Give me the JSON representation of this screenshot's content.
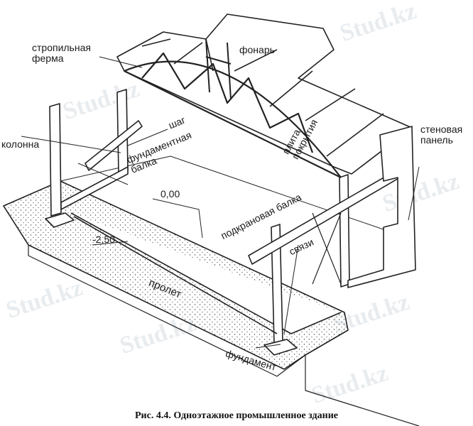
{
  "labels": {
    "truss": "стропильная\nферма",
    "lantern": "фонарь",
    "step": "шаг",
    "foundation_beam": "фундаментная\nбалка",
    "column": "колонна",
    "roof_slab": "плита\nпокрытия",
    "wall_panel": "стеновая\nпанель",
    "level_zero": "0,00",
    "crane_beam": "подкрановая балка",
    "level_minus": "-2,50",
    "bracing": "связи",
    "span": "пролет",
    "foundation": "фундамент"
  },
  "caption": "Рис. 4.4. Одноэтажное промышленное здание",
  "watermark": "Stud.kz"
}
